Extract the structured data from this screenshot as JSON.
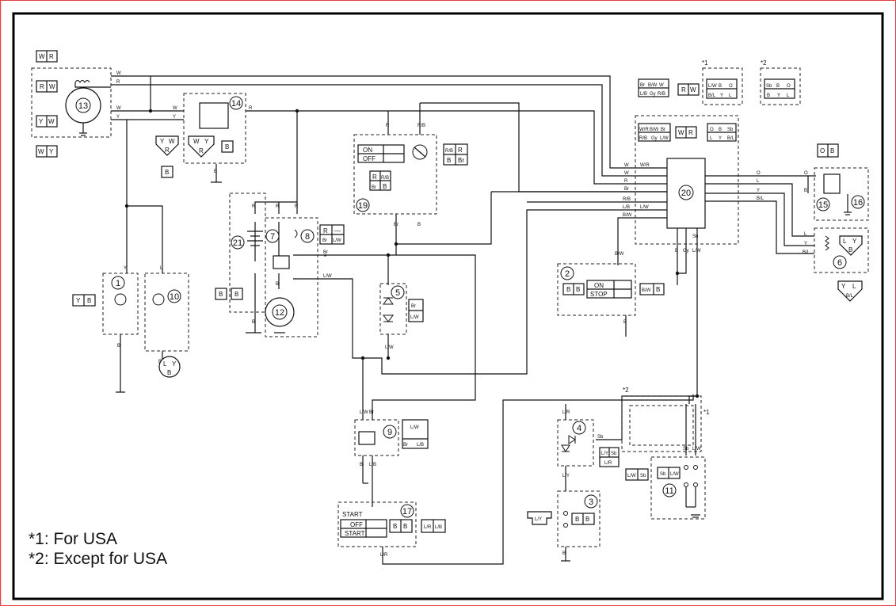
{
  "notes": [
    "*1: For USA",
    "*2: Except for USA"
  ],
  "marks": {
    "usa": "*1",
    "except_usa": "*2"
  },
  "components": [
    "13",
    "14",
    "19",
    "20",
    "16",
    "15",
    "6",
    "2",
    "1",
    "10",
    "21",
    "7",
    "8",
    "12",
    "5",
    "9",
    "4",
    "3",
    "11",
    "17"
  ],
  "switch_labels": {
    "main_on": "ON",
    "main_off": "OFF",
    "engine_on": "ON",
    "engine_stop": "STOP",
    "start_title": "START",
    "start_off": "OFF",
    "start_start": "START"
  },
  "wire_codes": {
    "W": "W",
    "R": "R",
    "Y": "Y",
    "L": "L",
    "B": "B",
    "O": "O",
    "Br": "Br",
    "Gy": "Gy",
    "Sb": "Sb",
    "WR": "W/R",
    "RB": "R/B",
    "LB": "L/B",
    "LW": "L/W",
    "BW": "B/W",
    "BL": "B/L",
    "LY": "L/Y",
    "LR": "L/R"
  },
  "connectors": {
    "c_wr_top": [
      "W",
      "R"
    ],
    "c_rw": [
      "R",
      "W"
    ],
    "c_yw": [
      "Y",
      "W"
    ],
    "c_wy": [
      "W",
      "Y"
    ],
    "c_rec_y": [
      "Y",
      "W",
      "R"
    ],
    "c_rec_t": [
      "W",
      "Y",
      "R"
    ],
    "c_b": [
      "B"
    ],
    "c_pcu": [
      "Br",
      "B/W",
      "W",
      "L/B",
      "Gy",
      "R/B"
    ],
    "c_rw2": [
      "R",
      "W"
    ],
    "c_usa": [
      "L/W",
      "B",
      "O",
      "B/L",
      "Y",
      "L"
    ],
    "c_exc": [
      "Sb",
      "B",
      "O",
      "B",
      "Y",
      "L"
    ],
    "c_big": [
      "W/R",
      "B/W",
      "Br",
      "R/B",
      "Gy",
      "L/W"
    ],
    "c_wr2": [
      "W",
      "R"
    ],
    "c_obs": [
      "O",
      "B",
      "Sb",
      "L",
      "Y",
      "B/L"
    ],
    "c_ob": [
      "O",
      "B"
    ],
    "c_lyb": [
      "L",
      "Y",
      "B"
    ],
    "c_ylbl": [
      "Y",
      "L",
      "B/L"
    ],
    "c_19": [
      "R/B",
      "R",
      "B",
      "Br"
    ],
    "c_19s": [
      "R",
      "R/B",
      "Br",
      "B"
    ],
    "c_2": [
      "B",
      "B"
    ],
    "c_bwb": [
      "B/W",
      "B"
    ],
    "c_yb": [
      "Y",
      "B"
    ],
    "c_lyb10": [
      "L",
      "Y",
      "B"
    ],
    "c_8": [
      "R",
      "—",
      "Br",
      "L/W"
    ],
    "c_5": [
      "Br",
      "L/W"
    ],
    "c_9": [
      "L/W",
      "Br",
      "L/B"
    ],
    "c_4": [
      "L/Y",
      "Sb",
      "L/R"
    ],
    "c_lwsb": [
      "L/W",
      "Sb"
    ],
    "c_sblw": [
      "Sb",
      "L/W"
    ],
    "c_3": [
      "B",
      "B"
    ],
    "c_ly": [
      "L/Y"
    ],
    "c_17": [
      "B",
      "B"
    ],
    "c_lrlb": [
      "L/R",
      "L/B"
    ],
    "c_bb": [
      "B",
      "B"
    ]
  }
}
